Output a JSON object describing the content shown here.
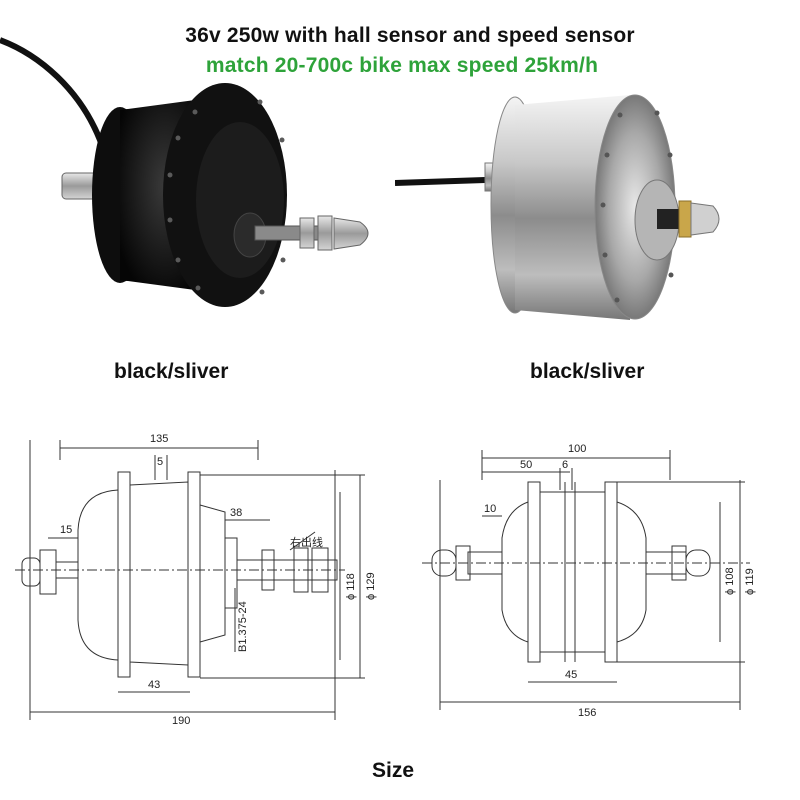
{
  "header": {
    "title_line1": "36v 250w with hall sensor and speed sensor",
    "title_line2": "match 20-700c bike max speed 25km/h"
  },
  "products": [
    {
      "label": "black/sliver",
      "finish": "black"
    },
    {
      "label": "black/sliver",
      "finish": "silver"
    }
  ],
  "drawings": {
    "left": {
      "dims": {
        "d135": "135",
        "d5": "5",
        "d15": "15",
        "d38": "38",
        "d43": "43",
        "d190": "190",
        "phi118": "ϕ 118",
        "phi129": "ϕ 129",
        "thread": "B1.375-24",
        "cable_note": "右出线"
      }
    },
    "right": {
      "dims": {
        "d100": "100",
        "d50": "50",
        "d6": "6",
        "d10": "10",
        "d45": "45",
        "d156": "156",
        "phi108": "ϕ 108",
        "phi119": "ϕ 119"
      }
    }
  },
  "footer": {
    "size_label": "Size"
  },
  "colors": {
    "accent_green": "#2ea33a",
    "text_dark": "#111111"
  }
}
